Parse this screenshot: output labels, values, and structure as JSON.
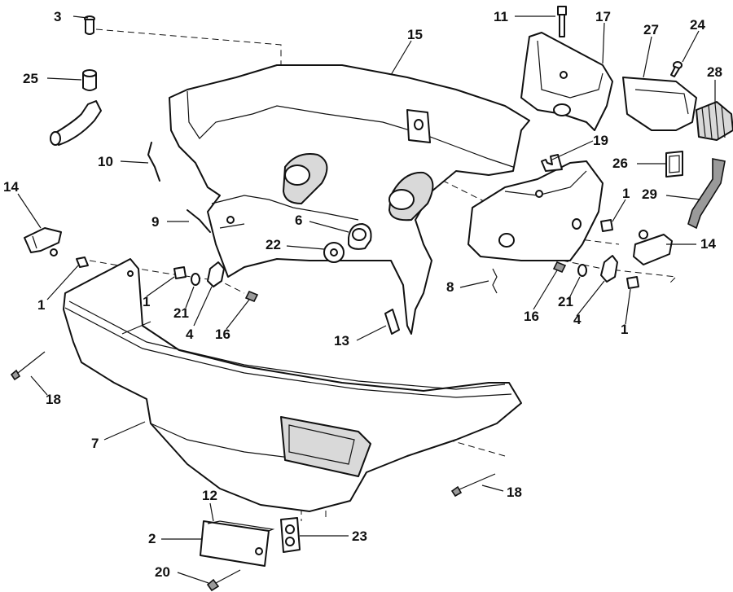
{
  "callouts": [
    {
      "id": "c3",
      "text": "3"
    },
    {
      "id": "c25",
      "text": "25"
    },
    {
      "id": "c10",
      "text": "10"
    },
    {
      "id": "c14a",
      "text": "14"
    },
    {
      "id": "c9",
      "text": "9"
    },
    {
      "id": "c1a",
      "text": "1"
    },
    {
      "id": "c1b",
      "text": "1"
    },
    {
      "id": "c21a",
      "text": "21"
    },
    {
      "id": "c4a",
      "text": "4"
    },
    {
      "id": "c16a",
      "text": "16"
    },
    {
      "id": "c18a",
      "text": "18"
    },
    {
      "id": "c7",
      "text": "7"
    },
    {
      "id": "c15",
      "text": "15"
    },
    {
      "id": "c11",
      "text": "11"
    },
    {
      "id": "c17",
      "text": "17"
    },
    {
      "id": "c27",
      "text": "27"
    },
    {
      "id": "c24",
      "text": "24"
    },
    {
      "id": "c28",
      "text": "28"
    },
    {
      "id": "c19",
      "text": "19"
    },
    {
      "id": "c26",
      "text": "26"
    },
    {
      "id": "c1c",
      "text": "1"
    },
    {
      "id": "c29",
      "text": "29"
    },
    {
      "id": "c6",
      "text": "6"
    },
    {
      "id": "c22",
      "text": "22"
    },
    {
      "id": "c14b",
      "text": "14"
    },
    {
      "id": "c8",
      "text": "8"
    },
    {
      "id": "c16b",
      "text": "16"
    },
    {
      "id": "c21b",
      "text": "21"
    },
    {
      "id": "c4b",
      "text": "4"
    },
    {
      "id": "c1d",
      "text": "1"
    },
    {
      "id": "c13",
      "text": "13"
    },
    {
      "id": "c18b",
      "text": "18"
    },
    {
      "id": "c12",
      "text": "12"
    },
    {
      "id": "c2",
      "text": "2"
    },
    {
      "id": "c23",
      "text": "23"
    },
    {
      "id": "c20",
      "text": "20"
    }
  ]
}
